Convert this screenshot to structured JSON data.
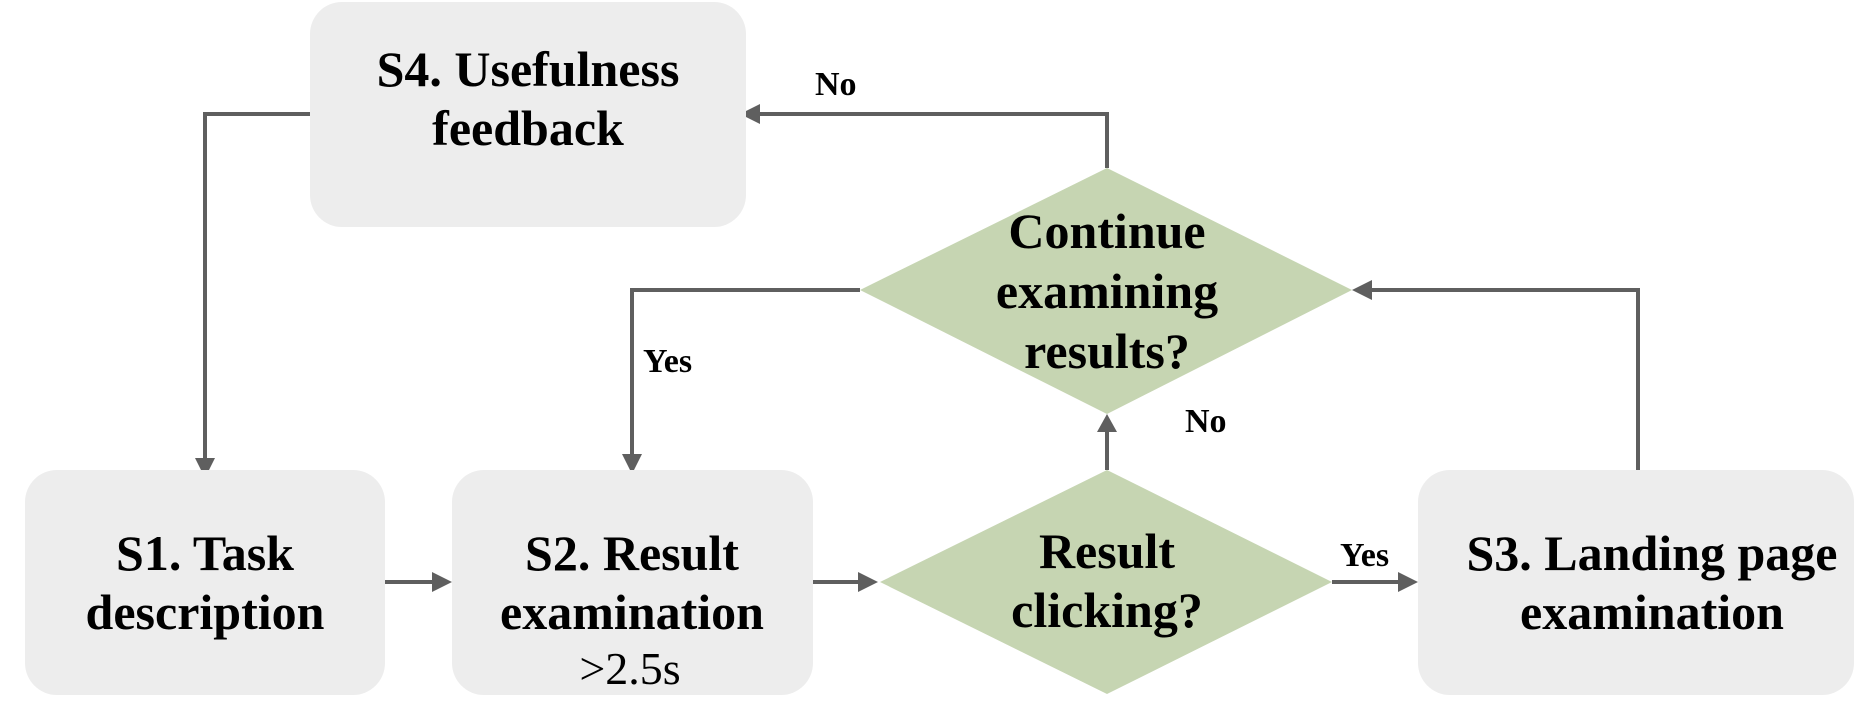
{
  "nodes": {
    "s4": {
      "line1": "S4. Usefulness",
      "line2": "feedback"
    },
    "s1": {
      "line1": "S1. Task",
      "line2": "description"
    },
    "s2": {
      "line1": "S2. Result",
      "line2": "examination",
      "line3": ">2.5s"
    },
    "s3": {
      "line1": "S3. Landing page",
      "line2": "examination"
    },
    "continue_decision": {
      "line1": "Continue",
      "line2": "examining",
      "line3": "results?"
    },
    "click_decision": {
      "line1": "Result",
      "line2": "clicking?"
    }
  },
  "edge_labels": {
    "continue_no": "No",
    "continue_yes": "Yes",
    "click_no": "No",
    "click_yes": "Yes"
  },
  "colors": {
    "box_fill": "#ededed",
    "diamond_fill": "#c6d5b2",
    "edge": "#5f5f5f"
  }
}
